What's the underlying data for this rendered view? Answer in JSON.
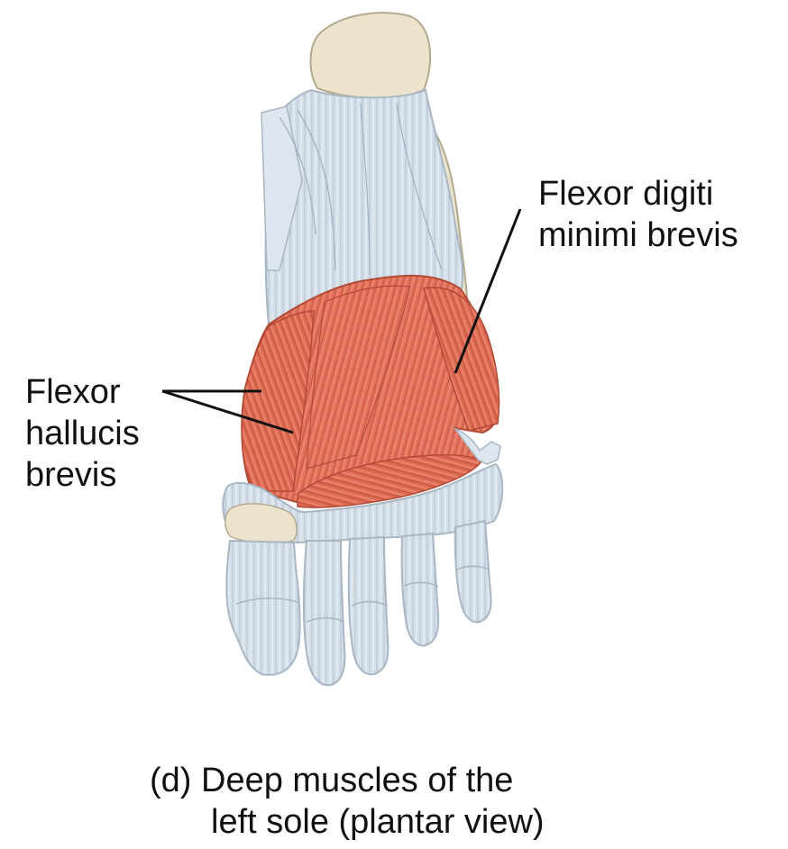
{
  "labels": {
    "flexor_digiti_minimi_brevis": [
      "Flexor digiti",
      "minimi brevis"
    ],
    "flexor_hallucis_brevis": [
      "Flexor",
      "hallucis",
      "brevis"
    ]
  },
  "caption": {
    "line1": "(d) Deep muscles of the",
    "line2": "left sole (plantar view)"
  },
  "colors": {
    "muscle": "#e2725b",
    "muscle_dark": "#c85a45",
    "tendon": "#d3dde7",
    "tendon_line": "#aab8c6",
    "bone": "#ece3cc",
    "bone_line": "#b3a98f"
  }
}
